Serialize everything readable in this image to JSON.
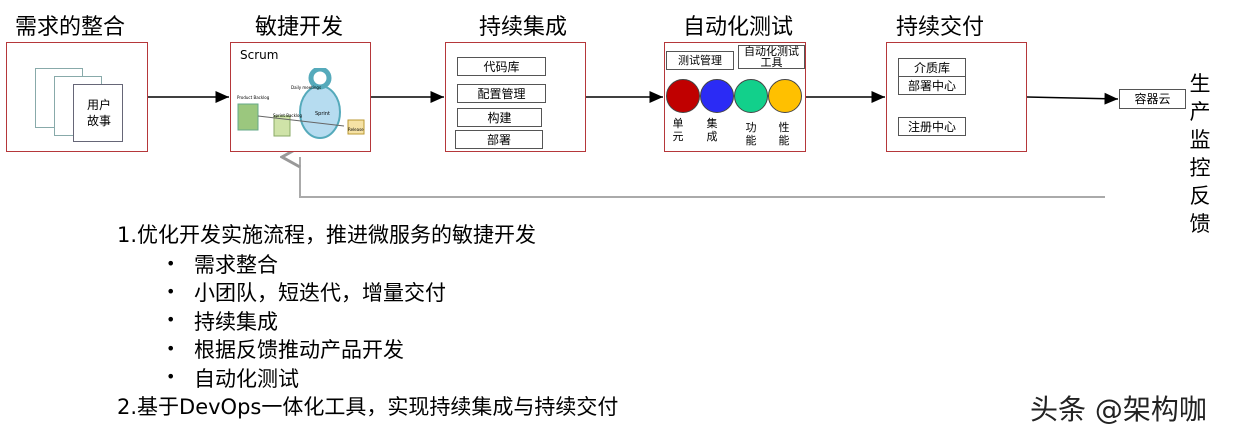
{
  "stages": [
    {
      "title": "需求的整合"
    },
    {
      "title": "敏捷开发"
    },
    {
      "title": "持续集成"
    },
    {
      "title": "自动化测试"
    },
    {
      "title": "持续交付"
    }
  ],
  "requirements": {
    "doc_label": "用户故事"
  },
  "agile": {
    "label": "Scrum",
    "scrum_texts": [
      "Product Backlog",
      "Sprint Backlog",
      "Daily meetings",
      "Sprint",
      "Release"
    ]
  },
  "ci": {
    "items": [
      "代码库",
      "配置管理",
      "构建",
      "部署"
    ]
  },
  "testing": {
    "tools": [
      "测试管理",
      "自动化测试工具"
    ],
    "circles": [
      {
        "label": "单元",
        "color": "#c00000"
      },
      {
        "label": "集成",
        "color": "#2b2bf5"
      },
      {
        "label": "功能",
        "color": "#12d08b"
      },
      {
        "label": "性能",
        "color": "#ffc000"
      }
    ]
  },
  "delivery": {
    "items": [
      "介质库",
      "部署中心",
      "注册中心"
    ]
  },
  "container": {
    "label": "容器云"
  },
  "monitor": {
    "label": "生产监控反馈"
  },
  "notes": {
    "item1": "1.优化开发实施流程，推进微服务的敏捷开发",
    "bullets": [
      "需求整合",
      "小团队，短迭代，增量交付",
      "持续集成",
      "根据反馈推动产品开发",
      "自动化测试"
    ],
    "item2": "2.基于DevOps一体化工具，实现持续集成与持续交付"
  },
  "watermark": "头条 @架构咖"
}
